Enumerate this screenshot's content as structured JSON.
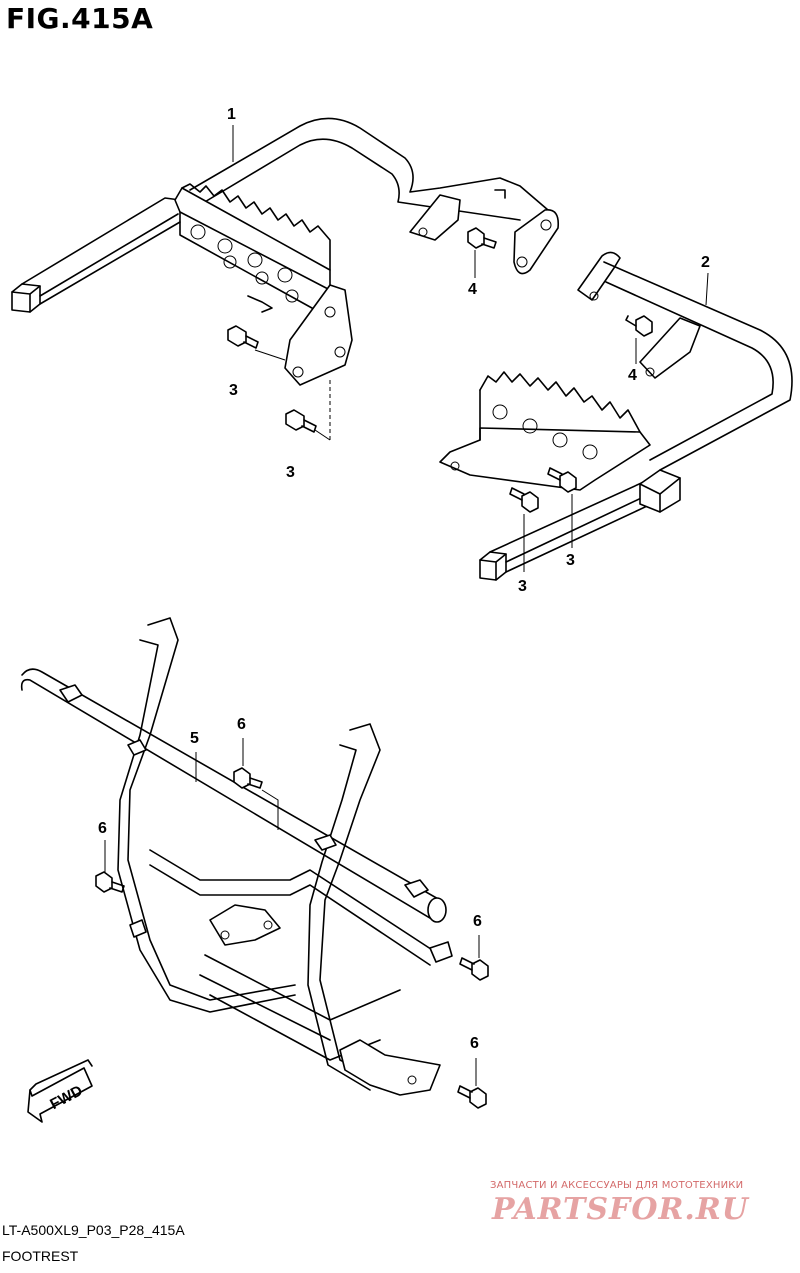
{
  "figure": {
    "title": "FIG.415A",
    "code": "LT-A500XL9_P03_P28_415A",
    "name": "FOOTREST"
  },
  "callouts": {
    "c1": "1",
    "c2": "2",
    "c3a": "3",
    "c3b": "3",
    "c3c": "3",
    "c3d": "3",
    "c4a": "4",
    "c4b": "4",
    "c5": "5",
    "c6a": "6",
    "c6b": "6",
    "c6c": "6",
    "c6d": "6"
  },
  "direction_label": "FWD",
  "watermark": {
    "line": "ЗАПЧАСТИ И АКСЕССУАРЫ ДЛЯ МОТОТЕХНИКИ",
    "logo": "PARTSFOR.RU"
  }
}
